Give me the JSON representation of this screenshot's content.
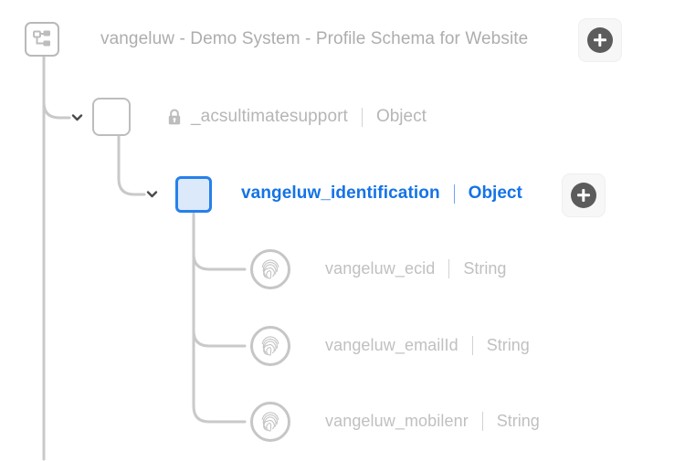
{
  "root": {
    "icon": "hierarchy-icon",
    "title": "vangeluw - Demo System - Profile Schema for Website",
    "add_label": "+"
  },
  "nodes": [
    {
      "name": "_acsultimatesupport",
      "type": "Object",
      "separator": "|",
      "icon": "lock-icon",
      "expanded": true,
      "selected": false,
      "has_add": false
    },
    {
      "name": "vangeluw_identification",
      "type": "Object",
      "separator": "|",
      "icon": "square-icon",
      "expanded": true,
      "selected": true,
      "has_add": true,
      "add_label": "+"
    }
  ],
  "leaves": [
    {
      "name": "vangeluw_ecid",
      "type": "String",
      "separator": "|",
      "icon": "fingerprint-icon"
    },
    {
      "name": "vangeluw_emailId",
      "type": "String",
      "separator": "|",
      "icon": "fingerprint-icon"
    },
    {
      "name": "vangeluw_mobilenr",
      "type": "String",
      "separator": "|",
      "icon": "fingerprint-icon"
    }
  ],
  "colors": {
    "accent": "#1473e6",
    "selected_border": "#2680eb",
    "selected_fill": "#dbe9fb",
    "line": "#c9c9c9",
    "muted_text": "#b6b6b6",
    "background": "#ffffff"
  }
}
